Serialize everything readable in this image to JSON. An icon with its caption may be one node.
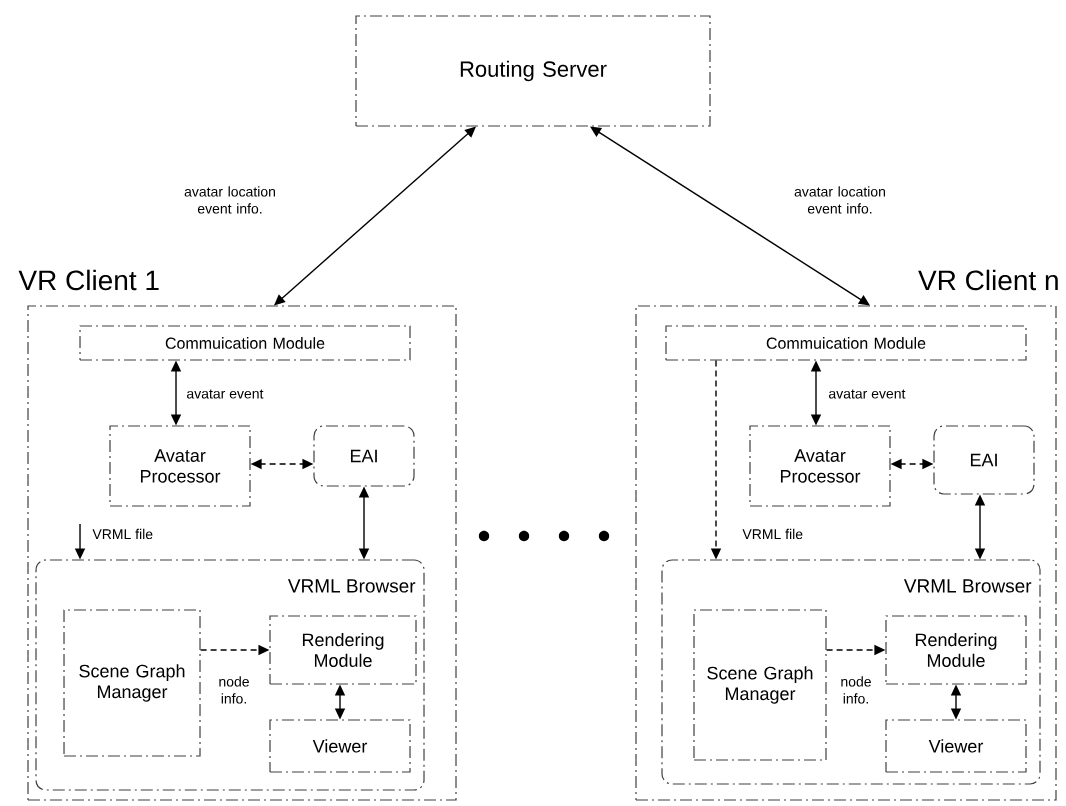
{
  "diagram": {
    "nodes": [
      {
        "text": [
          "Routing Server"
        ]
      },
      {
        "text": [
          "VR Client 1"
        ]
      },
      {
        "text": [
          "Commuication Module"
        ],
        "in": 1
      },
      {
        "text": [
          "Avatar Processor"
        ],
        "in": 1
      },
      {
        "text": [
          "EAI"
        ],
        "in": 1
      },
      {
        "text": [
          "VRML Browser"
        ],
        "in": 1
      },
      {
        "text": [
          "Scene Graph Manager"
        ],
        "in": 5
      },
      {
        "text": [
          "Rendering Module"
        ],
        "in": 5
      },
      {
        "text": [
          "Viewer"
        ],
        "in": 5
      },
      {
        "text": [
          "VR Client n"
        ]
      },
      {
        "text": [
          "Commuication Module"
        ],
        "in": 9
      },
      {
        "text": [
          "Avatar Processor"
        ],
        "in": 9
      },
      {
        "text": [
          "EAI"
        ],
        "in": 9
      },
      {
        "text": [
          "VRML Browser"
        ],
        "in": 9
      },
      {
        "text": [
          "Scene Graph Manager"
        ],
        "in": 13
      },
      {
        "text": [
          "Rendering Module"
        ],
        "in": 13
      },
      {
        "text": [
          "Viewer"
        ],
        "in": 13
      }
    ],
    "edges": [
      {
        "from": 0,
        "to": 1,
        "arrow": "both",
        "label": "avatar location event info."
      },
      {
        "from": 0,
        "to": 9,
        "arrow": "both",
        "label": "avatar location event info."
      },
      {
        "from": 2,
        "to": 3,
        "arrow": "both",
        "label": "avatar event"
      },
      {
        "from": 3,
        "to": 4,
        "arrow": "both",
        "style": "dashed"
      },
      {
        "from": 4,
        "to": 5,
        "arrow": "both"
      },
      {
        "from": null,
        "to": 5,
        "arrow": "to",
        "label": "VRML file"
      },
      {
        "from": 6,
        "to": 7,
        "arrow": "to",
        "style": "dashed",
        "label": "node info."
      },
      {
        "from": 7,
        "to": 8,
        "arrow": "both"
      },
      {
        "from": 10,
        "to": 11,
        "arrow": "both",
        "label": "avatar event"
      },
      {
        "from": 11,
        "to": 12,
        "arrow": "both",
        "style": "dashed"
      },
      {
        "from": 12,
        "to": 13,
        "arrow": "both"
      },
      {
        "from": 10,
        "to": 13,
        "arrow": "to",
        "style": "dashed",
        "label": "VRML file"
      },
      {
        "from": 14,
        "to": 15,
        "arrow": "to",
        "style": "dashed",
        "label": "node info."
      },
      {
        "from": 15,
        "to": 16,
        "arrow": "both"
      }
    ]
  }
}
